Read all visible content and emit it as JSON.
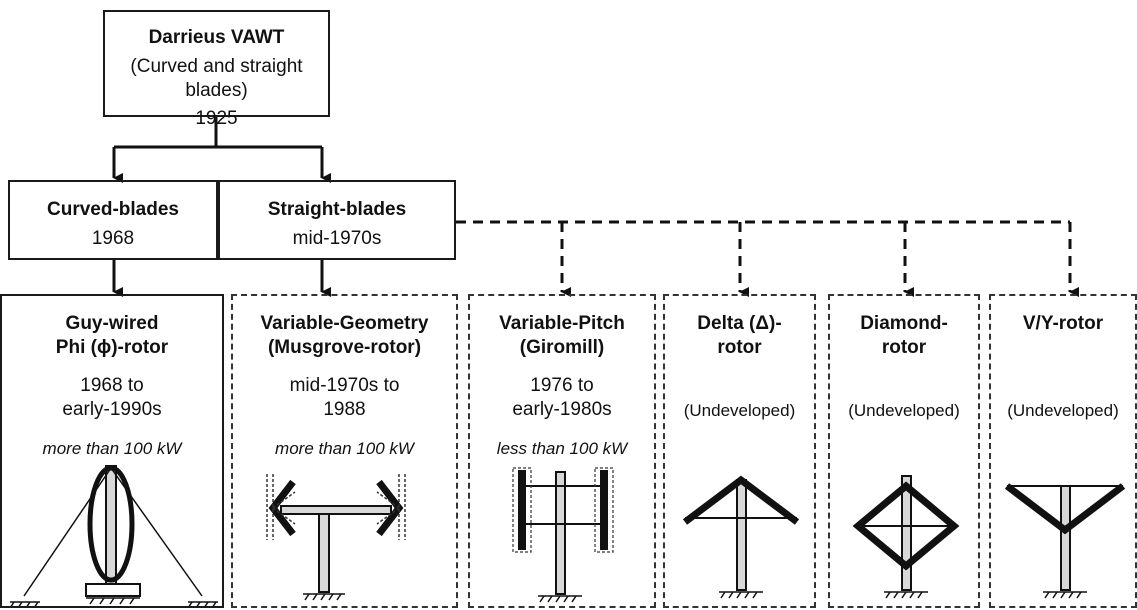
{
  "root": {
    "title": "Darrieus VAWT",
    "subtitle": "(Curved and straight blades)",
    "year": "1925"
  },
  "curved": {
    "title": "Curved-blades",
    "year": "1968"
  },
  "straight": {
    "title": "Straight-blades",
    "year": "mid-1970s"
  },
  "rotors": [
    {
      "title1": "Guy-wired",
      "title2": "Phi (ϕ)-rotor",
      "period1": "1968 to",
      "period2": "early-1990s",
      "power": "more than 100 kW"
    },
    {
      "title1": "Variable-Geometry",
      "title2": "(Musgrove-rotor)",
      "period1": "mid-1970s to",
      "period2": "1988",
      "power": "more than 100 kW"
    },
    {
      "title1": "Variable-Pitch",
      "title2": "(Giromill)",
      "period1": "1976 to",
      "period2": "early-1980s",
      "power": "less than 100 kW"
    },
    {
      "title1": "Delta (Δ)-",
      "title2": "rotor",
      "status": "(Undeveloped)"
    },
    {
      "title1": "Diamond-",
      "title2": "rotor",
      "status": "(Undeveloped)"
    },
    {
      "title1": "V/Y-rotor",
      "status": "(Undeveloped)"
    }
  ]
}
